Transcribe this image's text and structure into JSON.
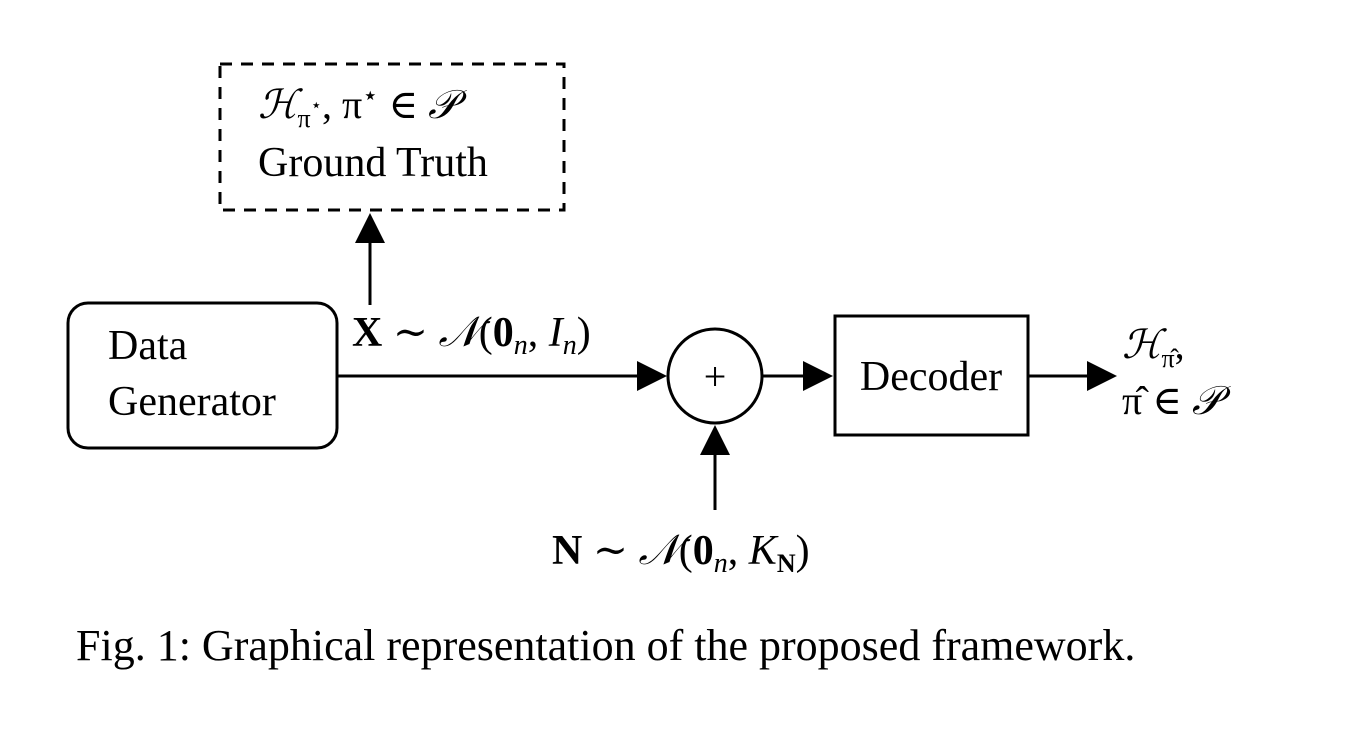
{
  "ground_truth": {
    "formula": {
      "H": "ℋ",
      "sub": "π",
      "supstar": "⋆",
      "rest_comma": ", ",
      "pi": "π",
      "star": "⋆",
      "elem": " ∈ ",
      "P": "𝒫"
    },
    "label": "Ground Truth"
  },
  "data_generator": {
    "line1": "Data",
    "line2": "Generator"
  },
  "x_signal": {
    "X": "X",
    "tilde": " ∼ ",
    "N": "𝒩",
    "open": "(",
    "zero": "0",
    "sub_n1": "n",
    "comma": ", ",
    "I": "I",
    "sub_n2": "n",
    "close": ")"
  },
  "sum_node": {
    "symbol": "+"
  },
  "decoder": {
    "label": "Decoder"
  },
  "output": {
    "H": "ℋ",
    "sub": "π̂",
    "comma": ",",
    "pihat": "π̂",
    "elem": " ∈ ",
    "P": "𝒫"
  },
  "noise_signal": {
    "Nb": "N",
    "tilde": " ∼ ",
    "N": "𝒩",
    "open": "(",
    "zero": "0",
    "sub_n": "n",
    "comma": ", ",
    "K": "K",
    "sub_K": "N",
    "close": ")"
  },
  "caption": "Fig. 1: Graphical representation of the proposed framework."
}
